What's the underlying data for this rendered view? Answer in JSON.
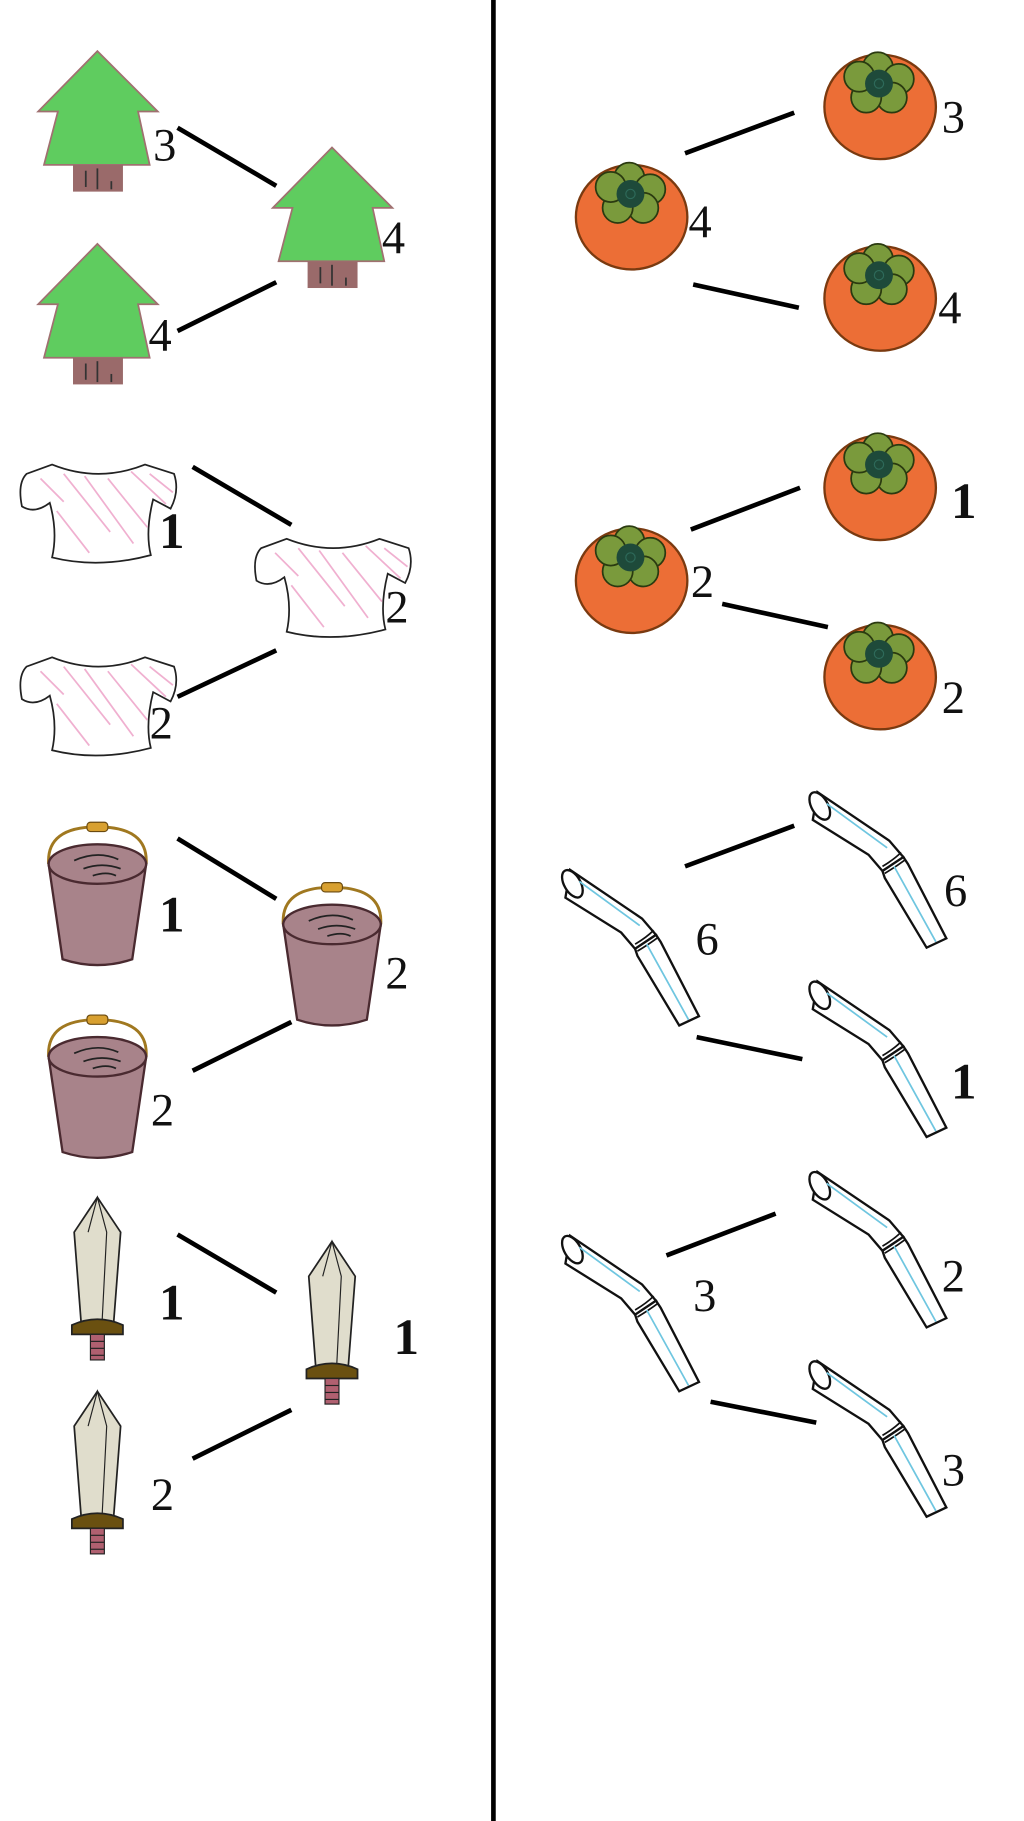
{
  "left_column": {
    "trees": {
      "items": [
        "3",
        "4"
      ],
      "target": "4"
    },
    "shirts": {
      "items": [
        "1",
        "2"
      ],
      "target": "2"
    },
    "buckets": {
      "items": [
        "1",
        "2"
      ],
      "target": "2"
    },
    "swords": {
      "items": [
        "1",
        "2"
      ],
      "target": "1"
    }
  },
  "right_column": {
    "persimmons_a": {
      "source": "4",
      "items": [
        "3",
        "4"
      ]
    },
    "persimmons_b": {
      "source": "2",
      "items": [
        "1",
        "2"
      ]
    },
    "straws_a": {
      "source": "6",
      "items": [
        "6",
        "1"
      ]
    },
    "straws_b": {
      "source": "3",
      "items": [
        "2",
        "3"
      ]
    }
  },
  "colors": {
    "tree": "#5fcc5f",
    "trunk": "#9a6a6a",
    "persimmon": "#ec6e36",
    "leaf": "#7a9a3c",
    "bucket": "#a8838a",
    "blade": "#e0ddcc",
    "straw_line": "#6fc6e0"
  }
}
